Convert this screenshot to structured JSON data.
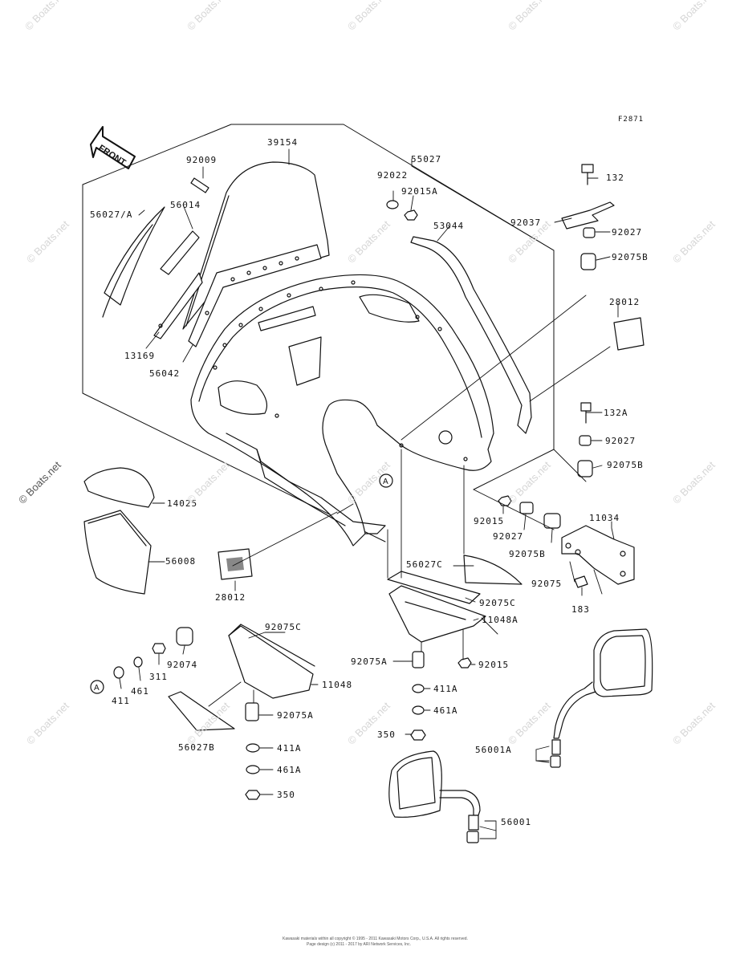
{
  "figure_code": "F2871",
  "front_label": "FRONT",
  "callout_letter": "A",
  "watermark_text": "© Boats.net",
  "footer": {
    "line1": "Kawasaki materials within all copyright © 1995 - 2011 Kawasaki Motors Corp., U.S.A.  All rights reserved.",
    "line2": "Page design (c) 2011 - 2017 by ARI Network Services, Inc."
  },
  "parts": {
    "p39154": "39154",
    "p92009": "92009",
    "p55027": "55027",
    "p92022": "92022",
    "p92015A_top": "92015A",
    "p132": "132",
    "p92037": "92037",
    "p92027_top": "92027",
    "p92075B_top": "92075B",
    "p56027A": "56027/A",
    "p56014": "56014",
    "p53044": "53044",
    "p28012_right": "28012",
    "p13169": "13169",
    "p56042": "56042",
    "p132A": "132A",
    "p92027_mid": "92027",
    "p92075B_mid": "92075B",
    "p14025": "14025",
    "p56008": "56008",
    "p28012_left": "28012",
    "p92015_mid": "92015",
    "p92027_low": "92027",
    "p92075B_low": "92075B",
    "p11034": "11034",
    "p92075": "92075",
    "p183": "183",
    "p56027C": "56027C",
    "p92075C_right": "92075C",
    "p11048A": "11048A",
    "p92075A_right": "92075A",
    "p92015_low": "92015",
    "p411A_right": "411A",
    "p461A_right": "461A",
    "p350_right": "350",
    "p92075C_left": "92075C",
    "p92074": "92074",
    "p311": "311",
    "p461": "461",
    "p411": "411",
    "p11048": "11048",
    "p92075A_left": "92075A",
    "p56027B": "56027B",
    "p411A_left": "411A",
    "p461A_left": "461A",
    "p350_left": "350",
    "p56001A": "56001A",
    "p56001": "56001"
  }
}
